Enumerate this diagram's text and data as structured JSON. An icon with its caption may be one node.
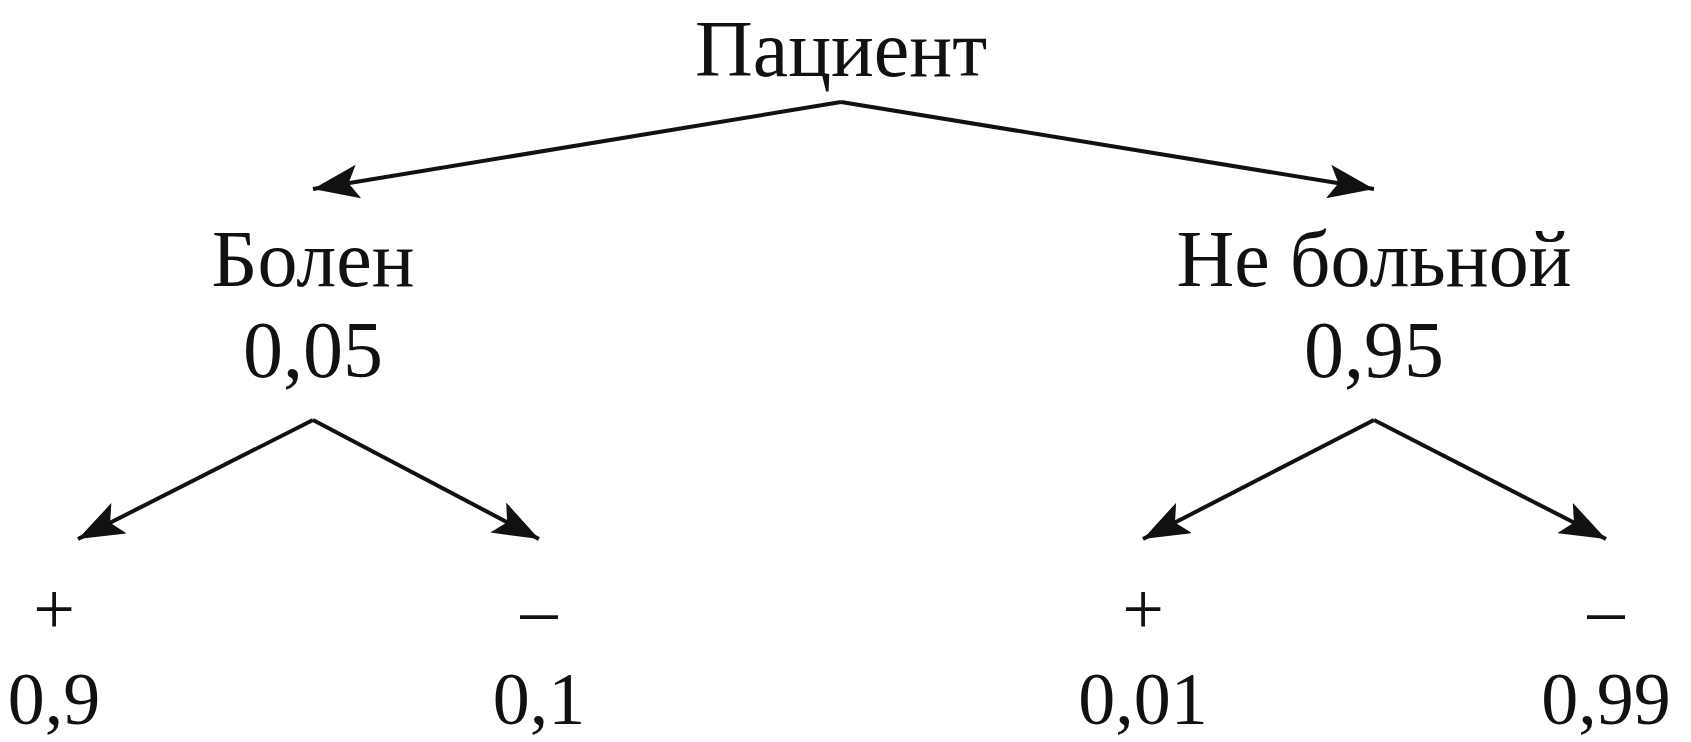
{
  "diagram": {
    "nodes": [
      {
        "text": [
          "Пациент"
        ]
      },
      {
        "text": [
          "Болен",
          "0,05"
        ]
      },
      {
        "text": [
          "Не больной",
          "0,95"
        ]
      },
      {
        "text": [
          "+",
          "0,9"
        ]
      },
      {
        "text": [
          "–",
          "0,1"
        ]
      },
      {
        "text": [
          "+",
          "0,01"
        ]
      },
      {
        "text": [
          "–",
          "0,99"
        ]
      }
    ],
    "edges": [
      {
        "from": 0,
        "to": 1,
        "arrow": "to"
      },
      {
        "from": 0,
        "to": 2,
        "arrow": "to"
      },
      {
        "from": 1,
        "to": 3,
        "arrow": "to"
      },
      {
        "from": 1,
        "to": 4,
        "arrow": "to"
      },
      {
        "from": 2,
        "to": 5,
        "arrow": "to"
      },
      {
        "from": 2,
        "to": 6,
        "arrow": "to"
      }
    ]
  }
}
